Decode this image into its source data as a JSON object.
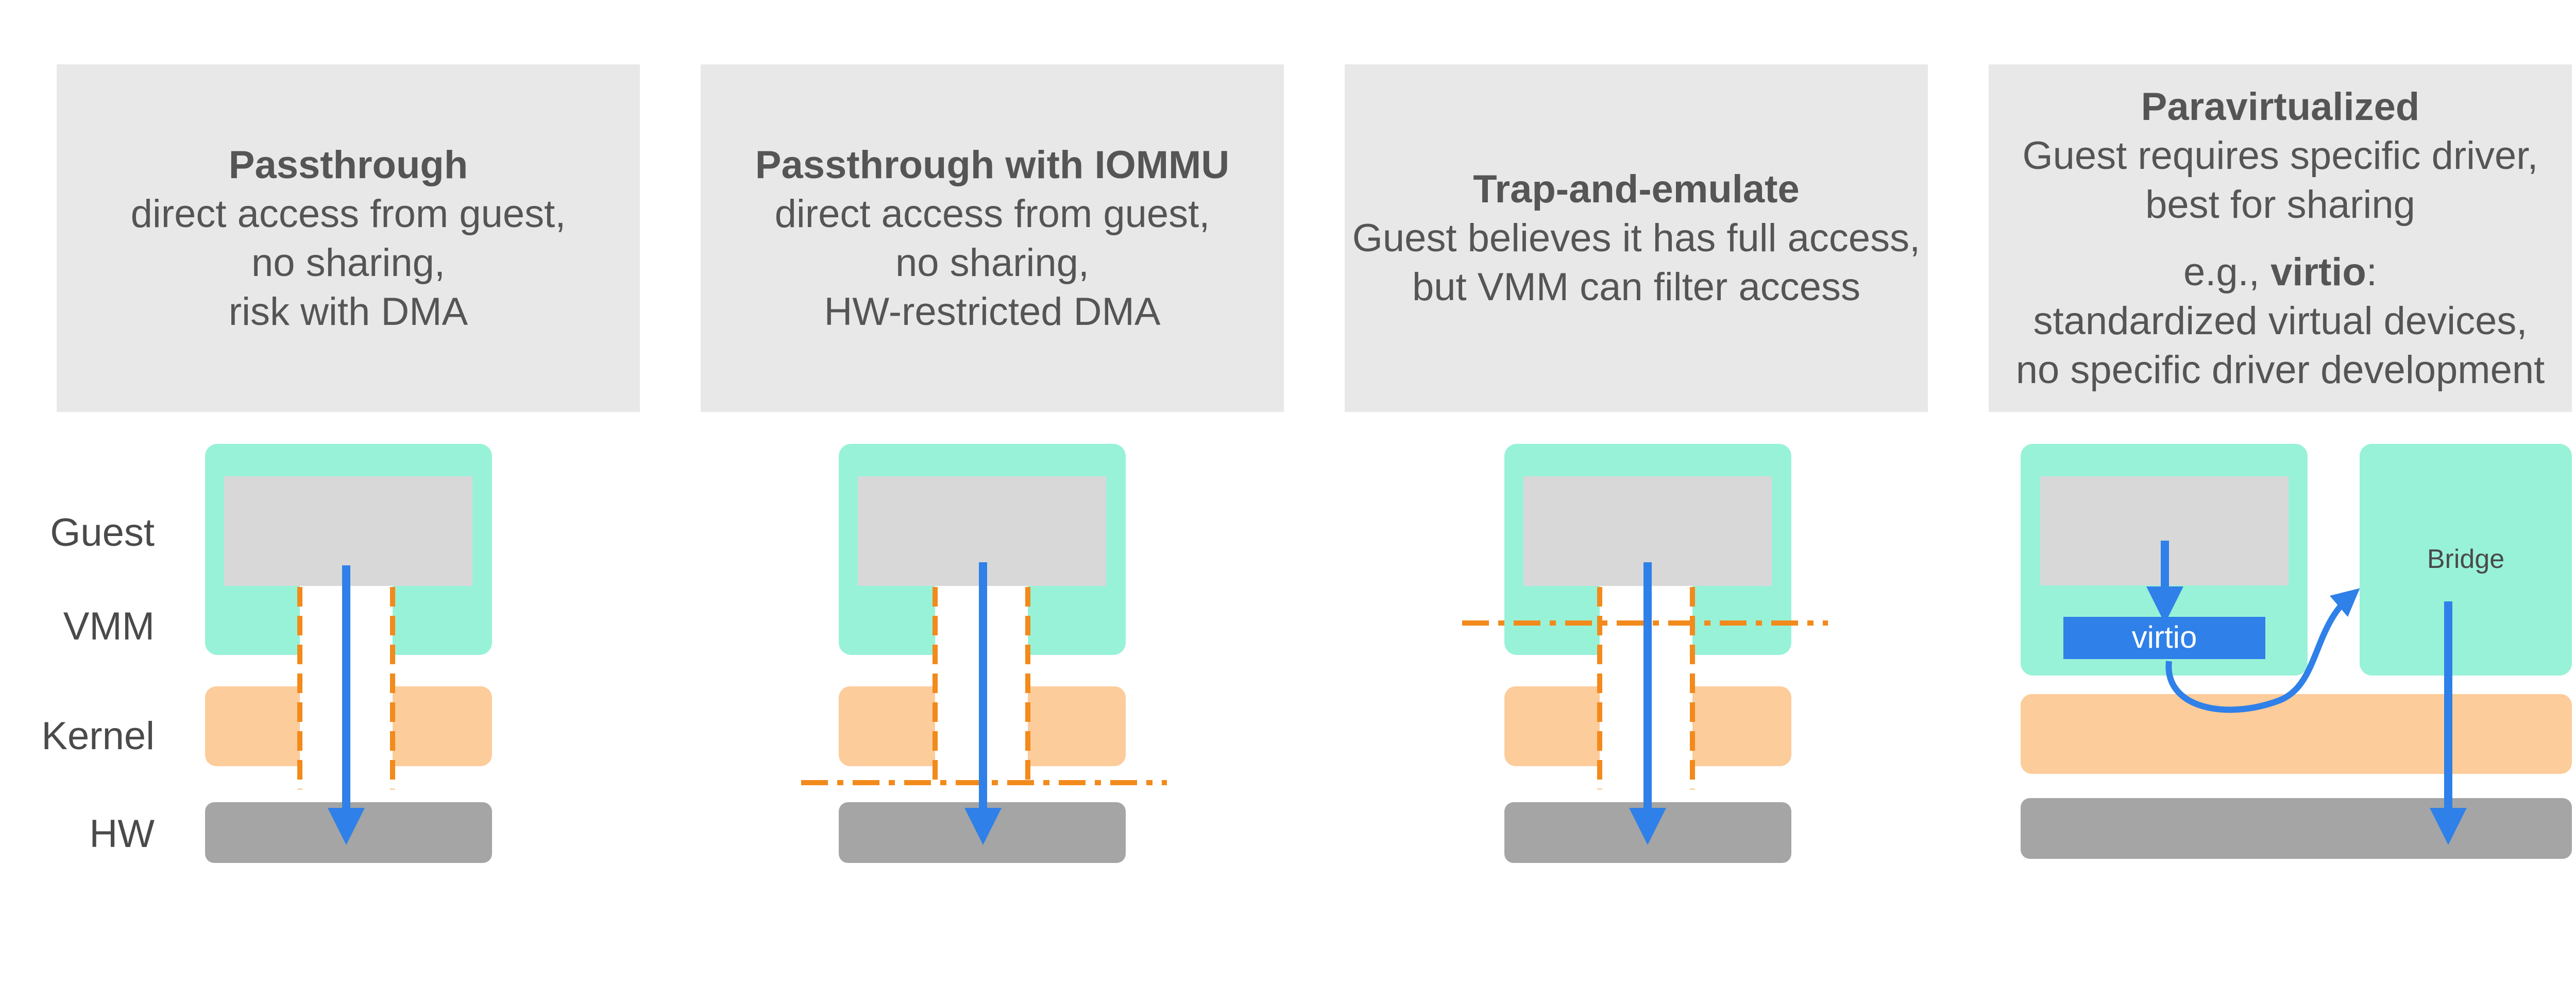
{
  "colors": {
    "caption_bg": "#e8e8e8",
    "caption_text": "#555555",
    "guest_vmm": "#98f2d8",
    "guest_inner": "#d8d8d8",
    "kernel": "#fccc9a",
    "hw": "#a5a5a5",
    "arrow": "#2f80e8",
    "boundary": "#f28a1c"
  },
  "icons": {
    "data_path_arrow": "arrow-down",
    "isolation_boundary": "dashed-line"
  },
  "layer_labels": {
    "guest": "Guest",
    "vmm": "VMM",
    "kernel": "Kernel",
    "hw": "HW"
  },
  "panels": [
    {
      "id": "passthrough",
      "title": "Passthrough",
      "lines": [
        "direct access from guest,",
        "no sharing,",
        "risk with DMA"
      ]
    },
    {
      "id": "passthrough-iommu",
      "title": "Passthrough with IOMMU",
      "lines": [
        "direct access from guest,",
        "no sharing,",
        "HW-restricted DMA"
      ]
    },
    {
      "id": "trap-and-emulate",
      "title": "Trap-and-emulate",
      "lines": [
        "Guest believes it has full access,",
        "but VMM can filter access"
      ]
    },
    {
      "id": "paravirtualized",
      "title": "Paravirtualized",
      "lines": [
        "Guest requires specific driver,",
        "best for sharing"
      ],
      "example_prefix": "e.g., ",
      "example_bold": "virtio",
      "example_suffix": ":",
      "example_lines": [
        "standardized virtual devices,",
        "no specific driver development"
      ],
      "virtio_label": "virtio",
      "bridge_label": "Bridge"
    }
  ]
}
